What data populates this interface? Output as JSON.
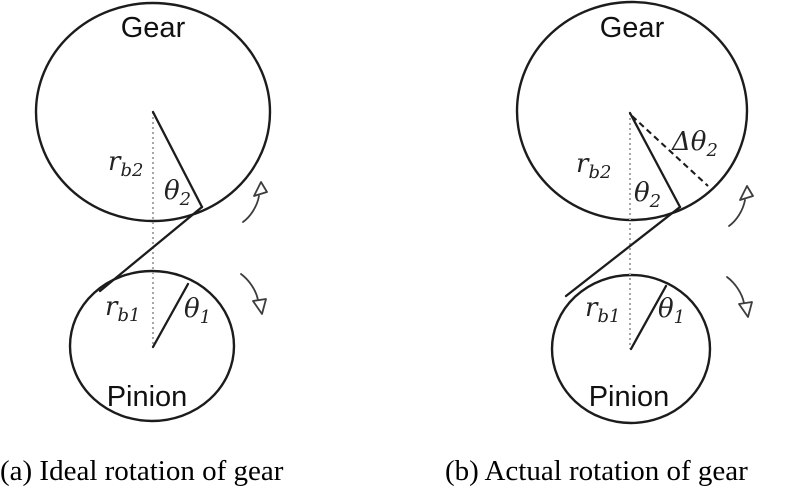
{
  "colors": {
    "stroke": "#1c1c1c",
    "dotted": "#a6a6a6",
    "arrow": "#3d3d3d",
    "text": "#111111"
  },
  "icons": {
    "gear_rotation_arrow": "curved-arrow-up-icon",
    "pinion_rotation_arrow": "curved-arrow-down-icon"
  },
  "panels": [
    {
      "id": "a",
      "gear_label": "Gear",
      "pinion_label": "Pinion",
      "gear_radius": {
        "base": "r",
        "sub": "b2"
      },
      "gear_angle": {
        "base": "θ",
        "sub": "2"
      },
      "pinion_radius": {
        "base": "r",
        "sub": "b1"
      },
      "pinion_angle": {
        "base": "θ",
        "sub": "1"
      },
      "caption": "(a) Ideal rotation of gear"
    },
    {
      "id": "b",
      "gear_label": "Gear",
      "pinion_label": "Pinion",
      "gear_radius": {
        "base": "r",
        "sub": "b2"
      },
      "gear_angle": {
        "base": "θ",
        "sub": "2"
      },
      "delta_angle": {
        "base": "Δθ",
        "sub": "2"
      },
      "pinion_radius": {
        "base": "r",
        "sub": "b1"
      },
      "pinion_angle": {
        "base": "θ",
        "sub": "1"
      },
      "caption": "(b) Actual rotation of gear"
    }
  ]
}
